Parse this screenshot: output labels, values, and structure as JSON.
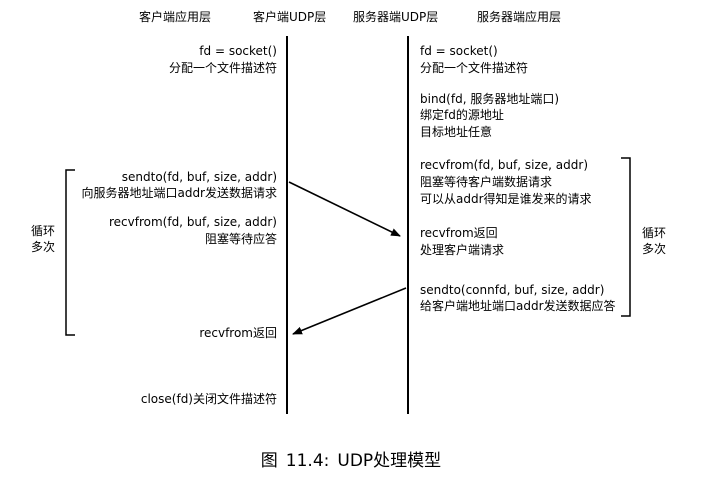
{
  "headers": {
    "client_app": "客户端应用层",
    "client_udp": "客户端UDP层",
    "server_udp": "服务器端UDP层",
    "server_app": "服务器端应用层"
  },
  "client": {
    "socket_call": "fd = socket()",
    "socket_desc": "分配一个文件描述符",
    "sendto_call": "sendto(fd, buf, size, addr)",
    "sendto_desc": "向服务器地址端口addr发送数据请求",
    "recvfrom_call": "recvfrom(fd, buf, size, addr)",
    "recvfrom_desc": "阻塞等待应答",
    "recvfrom_return": "recvfrom返回",
    "close_call": "close(fd)关闭文件描述符"
  },
  "server": {
    "socket_call": "fd = socket()",
    "socket_desc": "分配一个文件描述符",
    "bind_call": "bind(fd, 服务器地址端口)",
    "bind_desc1": "绑定fd的源地址",
    "bind_desc2": "目标地址任意",
    "recvfrom_call": "recvfrom(fd, buf, size, addr)",
    "recvfrom_desc1": "阻塞等待客户端数据请求",
    "recvfrom_desc2": "可以从addr得知是谁发来的请求",
    "recvfrom_return": "recvfrom返回",
    "process_desc": "处理客户端请求",
    "sendto_call": "sendto(connfd, buf, size, addr)",
    "sendto_desc": "给客户端地址端口addr发送数据应答"
  },
  "loops": {
    "left_line1": "循环",
    "left_line2": "多次",
    "right_line1": "循环",
    "right_line2": "多次"
  },
  "caption": {
    "prefix": "图",
    "number": "11.4:",
    "title": "UDP处理模型"
  }
}
